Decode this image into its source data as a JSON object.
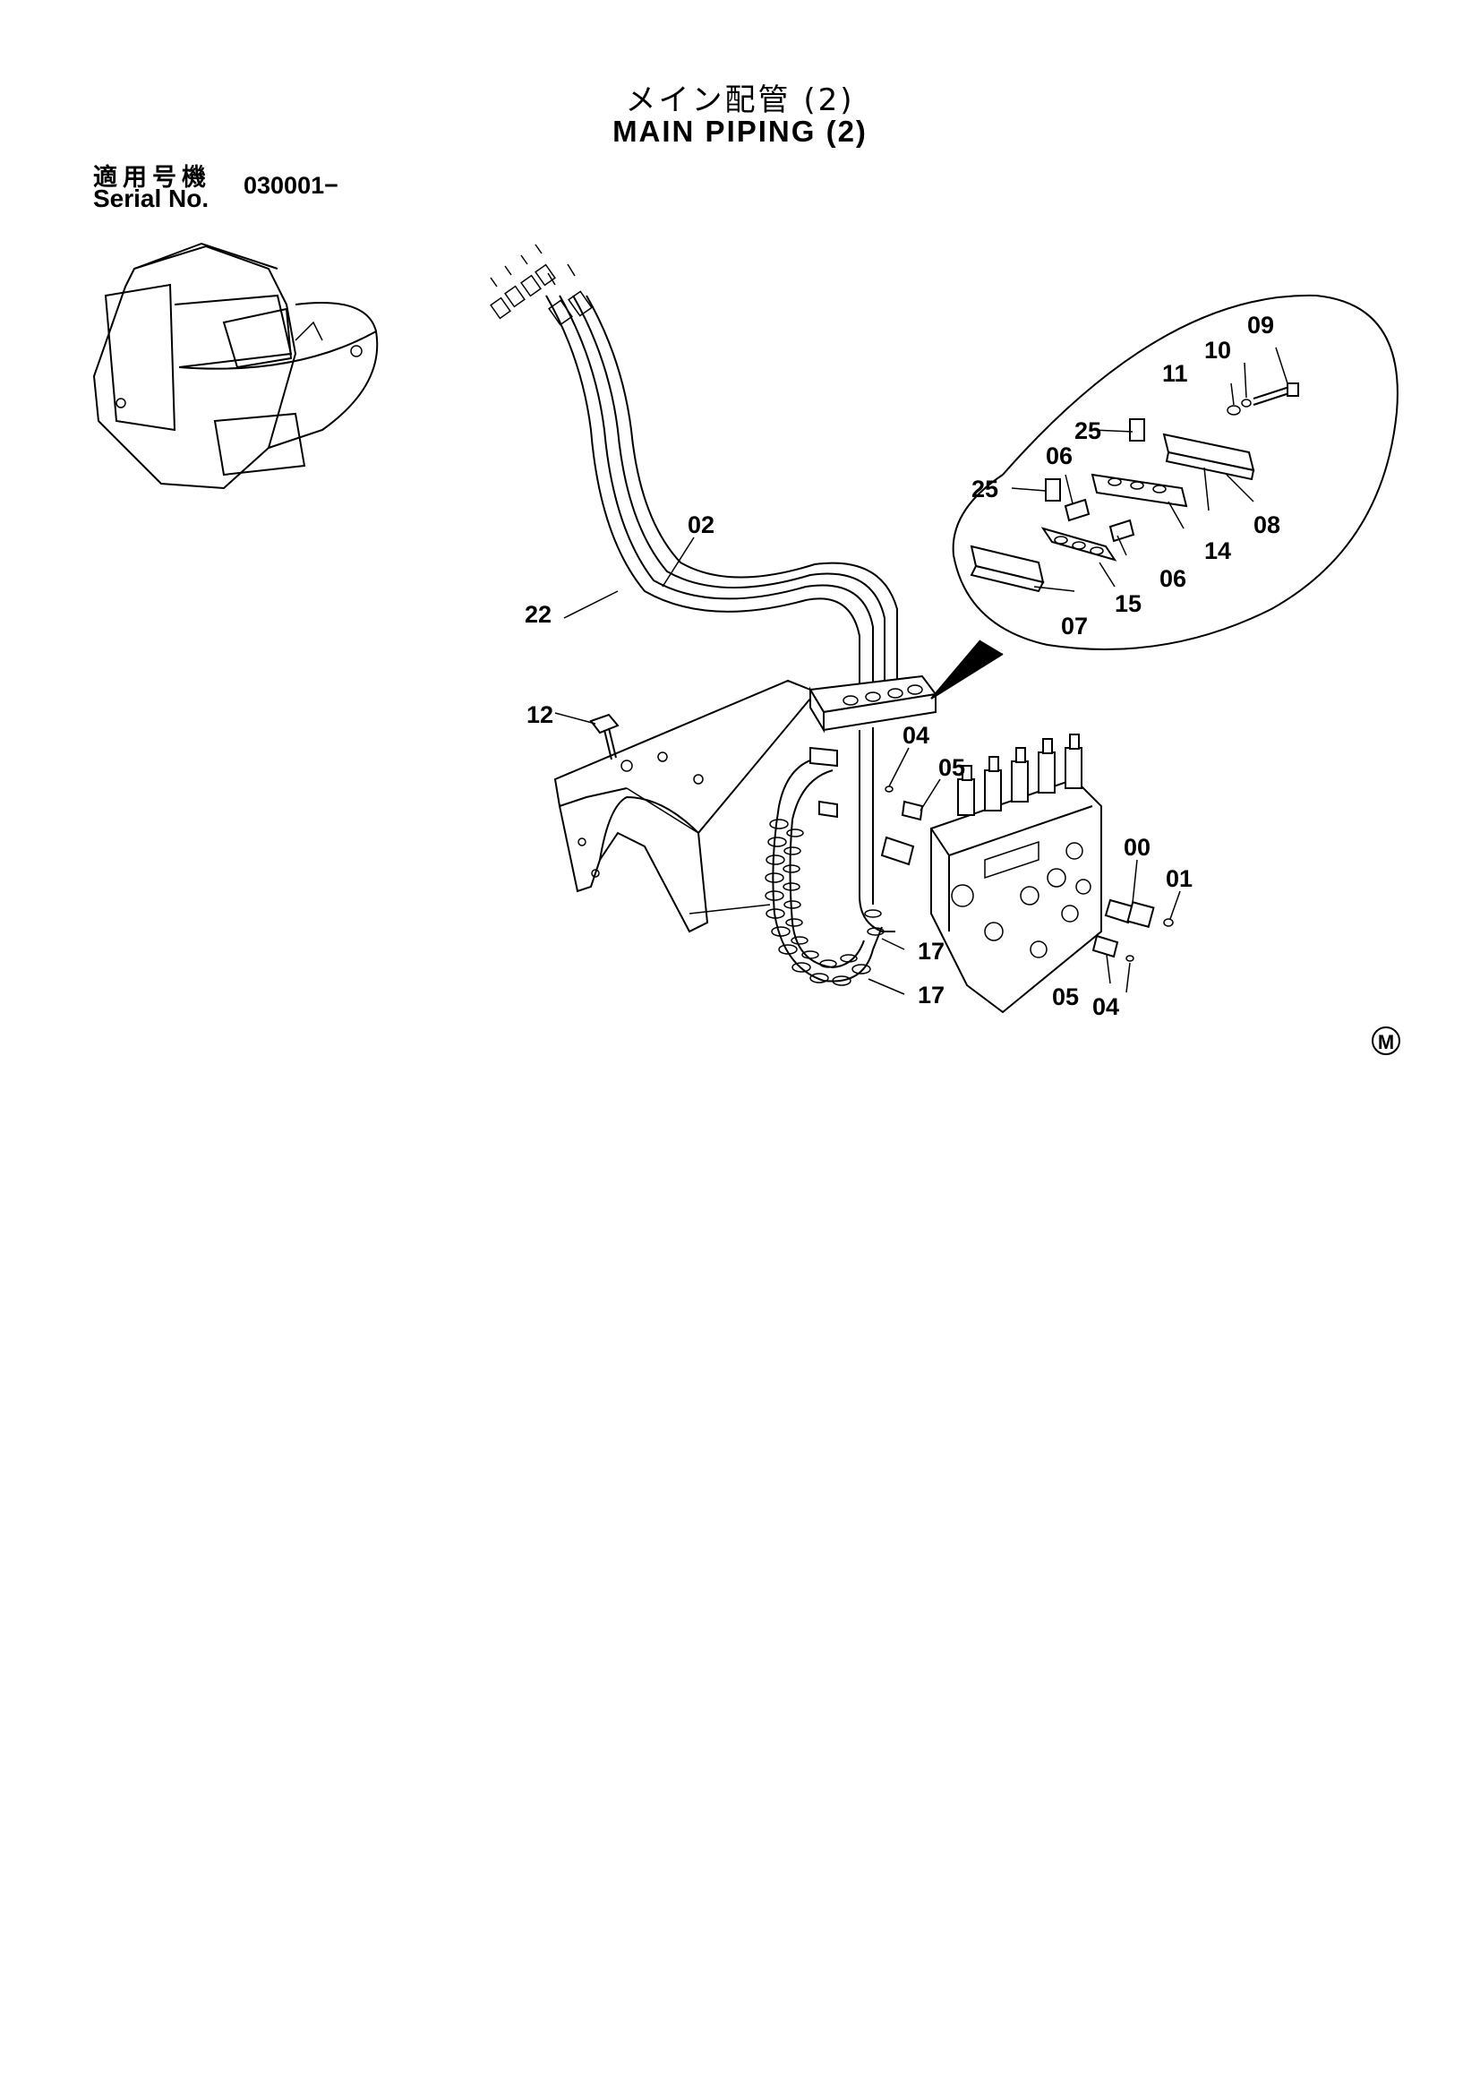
{
  "header": {
    "title_jp": "メイン配管 (2)",
    "title_en": "MAIN PIPING (2)",
    "serial_label_jp": "適用号機",
    "serial_label_en": "Serial No.",
    "serial_value": "030001−"
  },
  "callouts": {
    "c00": "00",
    "c01": "01",
    "c02": "02",
    "c04a": "04",
    "c04b": "04",
    "c05a": "05",
    "c05b": "05",
    "c06a": "06",
    "c06b": "06",
    "c07": "07",
    "c08": "08",
    "c09": "09",
    "c10": "10",
    "c11": "11",
    "c12": "12",
    "c14": "14",
    "c15": "15",
    "c17a": "17",
    "c17b": "17",
    "c22": "22",
    "c25a": "25",
    "c25b": "25"
  },
  "marker": "M"
}
